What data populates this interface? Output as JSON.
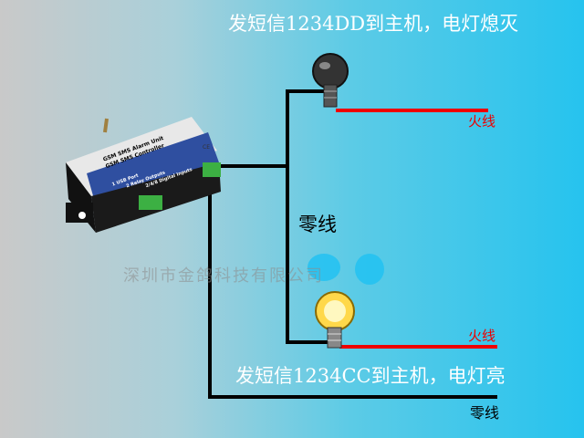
{
  "caption_off": "发短信1234DD到主机，电灯熄灭",
  "caption_on": "发短信1234CC到主机，电灯亮",
  "live_wire_top": "火线",
  "live_wire_bottom": "火线",
  "neutral_mid": "零线",
  "neutral_bottom": "零线",
  "watermark": "深圳市金鸽科技有限公司",
  "device": {
    "line1": "GSM SMS Alarm Unit",
    "line2": "GSM SMS Controller",
    "line3": "1 USB Port",
    "line4": "2 Relay Outputs",
    "line5": "2/4/8 Digital Inputs",
    "mark": "CE"
  },
  "colors": {
    "live": "#e00000",
    "neutral": "#000000",
    "device_blue": "#2f4fa0"
  }
}
